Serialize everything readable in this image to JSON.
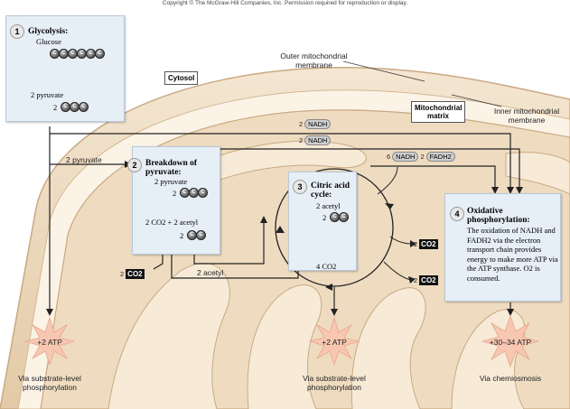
{
  "copyright": "Copyright © The McGraw-Hill Companies, Inc. Permission required for reproduction or display.",
  "labels": {
    "outer_membrane": "Outer mitochondrial membrane",
    "inner_membrane": "Inner mitochondrial membrane",
    "cytosol": "Cytosol",
    "matrix": "Mitochondrial matrix"
  },
  "steps": {
    "glycolysis": {
      "number": "1",
      "title": "Glycolysis:",
      "substrate": "Glucose",
      "product_text": "2 pyruvate",
      "coef": "2"
    },
    "pyruvate_breakdown": {
      "number": "2",
      "title": "Breakdown of pyruvate:",
      "substrate": "2 pyruvate",
      "coef_sub": "2",
      "products": "2 CO2 + 2 acetyl",
      "coef_prod": "2"
    },
    "citric_acid": {
      "number": "3",
      "title": "Citric acid cycle:",
      "substrate": "2 acetyl",
      "coef": "2",
      "co2": "4 CO2"
    },
    "oxphos": {
      "number": "4",
      "title": "Oxidative phosphorylation:",
      "description": "The oxidation of NADH and FADH2 via the electron transport chain provides energy to make more ATP via the ATP synthase. O2 is consumed."
    }
  },
  "flow": {
    "pyruvate_arrow": "2 pyruvate",
    "acetyl_arrow": "2 acetyl",
    "nadh1": {
      "coef": "2",
      "name": "NADH"
    },
    "nadh2": {
      "coef": "2",
      "name": "NADH"
    },
    "nadh3": {
      "coef": "6",
      "name": "NADH"
    },
    "fadh": {
      "coef": "2",
      "name": "FADH2"
    },
    "co2_a": {
      "coef": "2",
      "name": "CO2"
    },
    "co2_b": {
      "coef": "2",
      "name": "CO2"
    },
    "co2_c": {
      "coef": "2",
      "name": "CO2"
    }
  },
  "atp": [
    {
      "value": "+2 ATP",
      "caption": "Via substrate-level phosphorylation"
    },
    {
      "value": "+2 ATP",
      "caption": "Via substrate-level phosphorylation"
    },
    {
      "value": "+30–34 ATP",
      "caption": "Via chemiosmosis"
    }
  ],
  "carbon_letter": "C"
}
